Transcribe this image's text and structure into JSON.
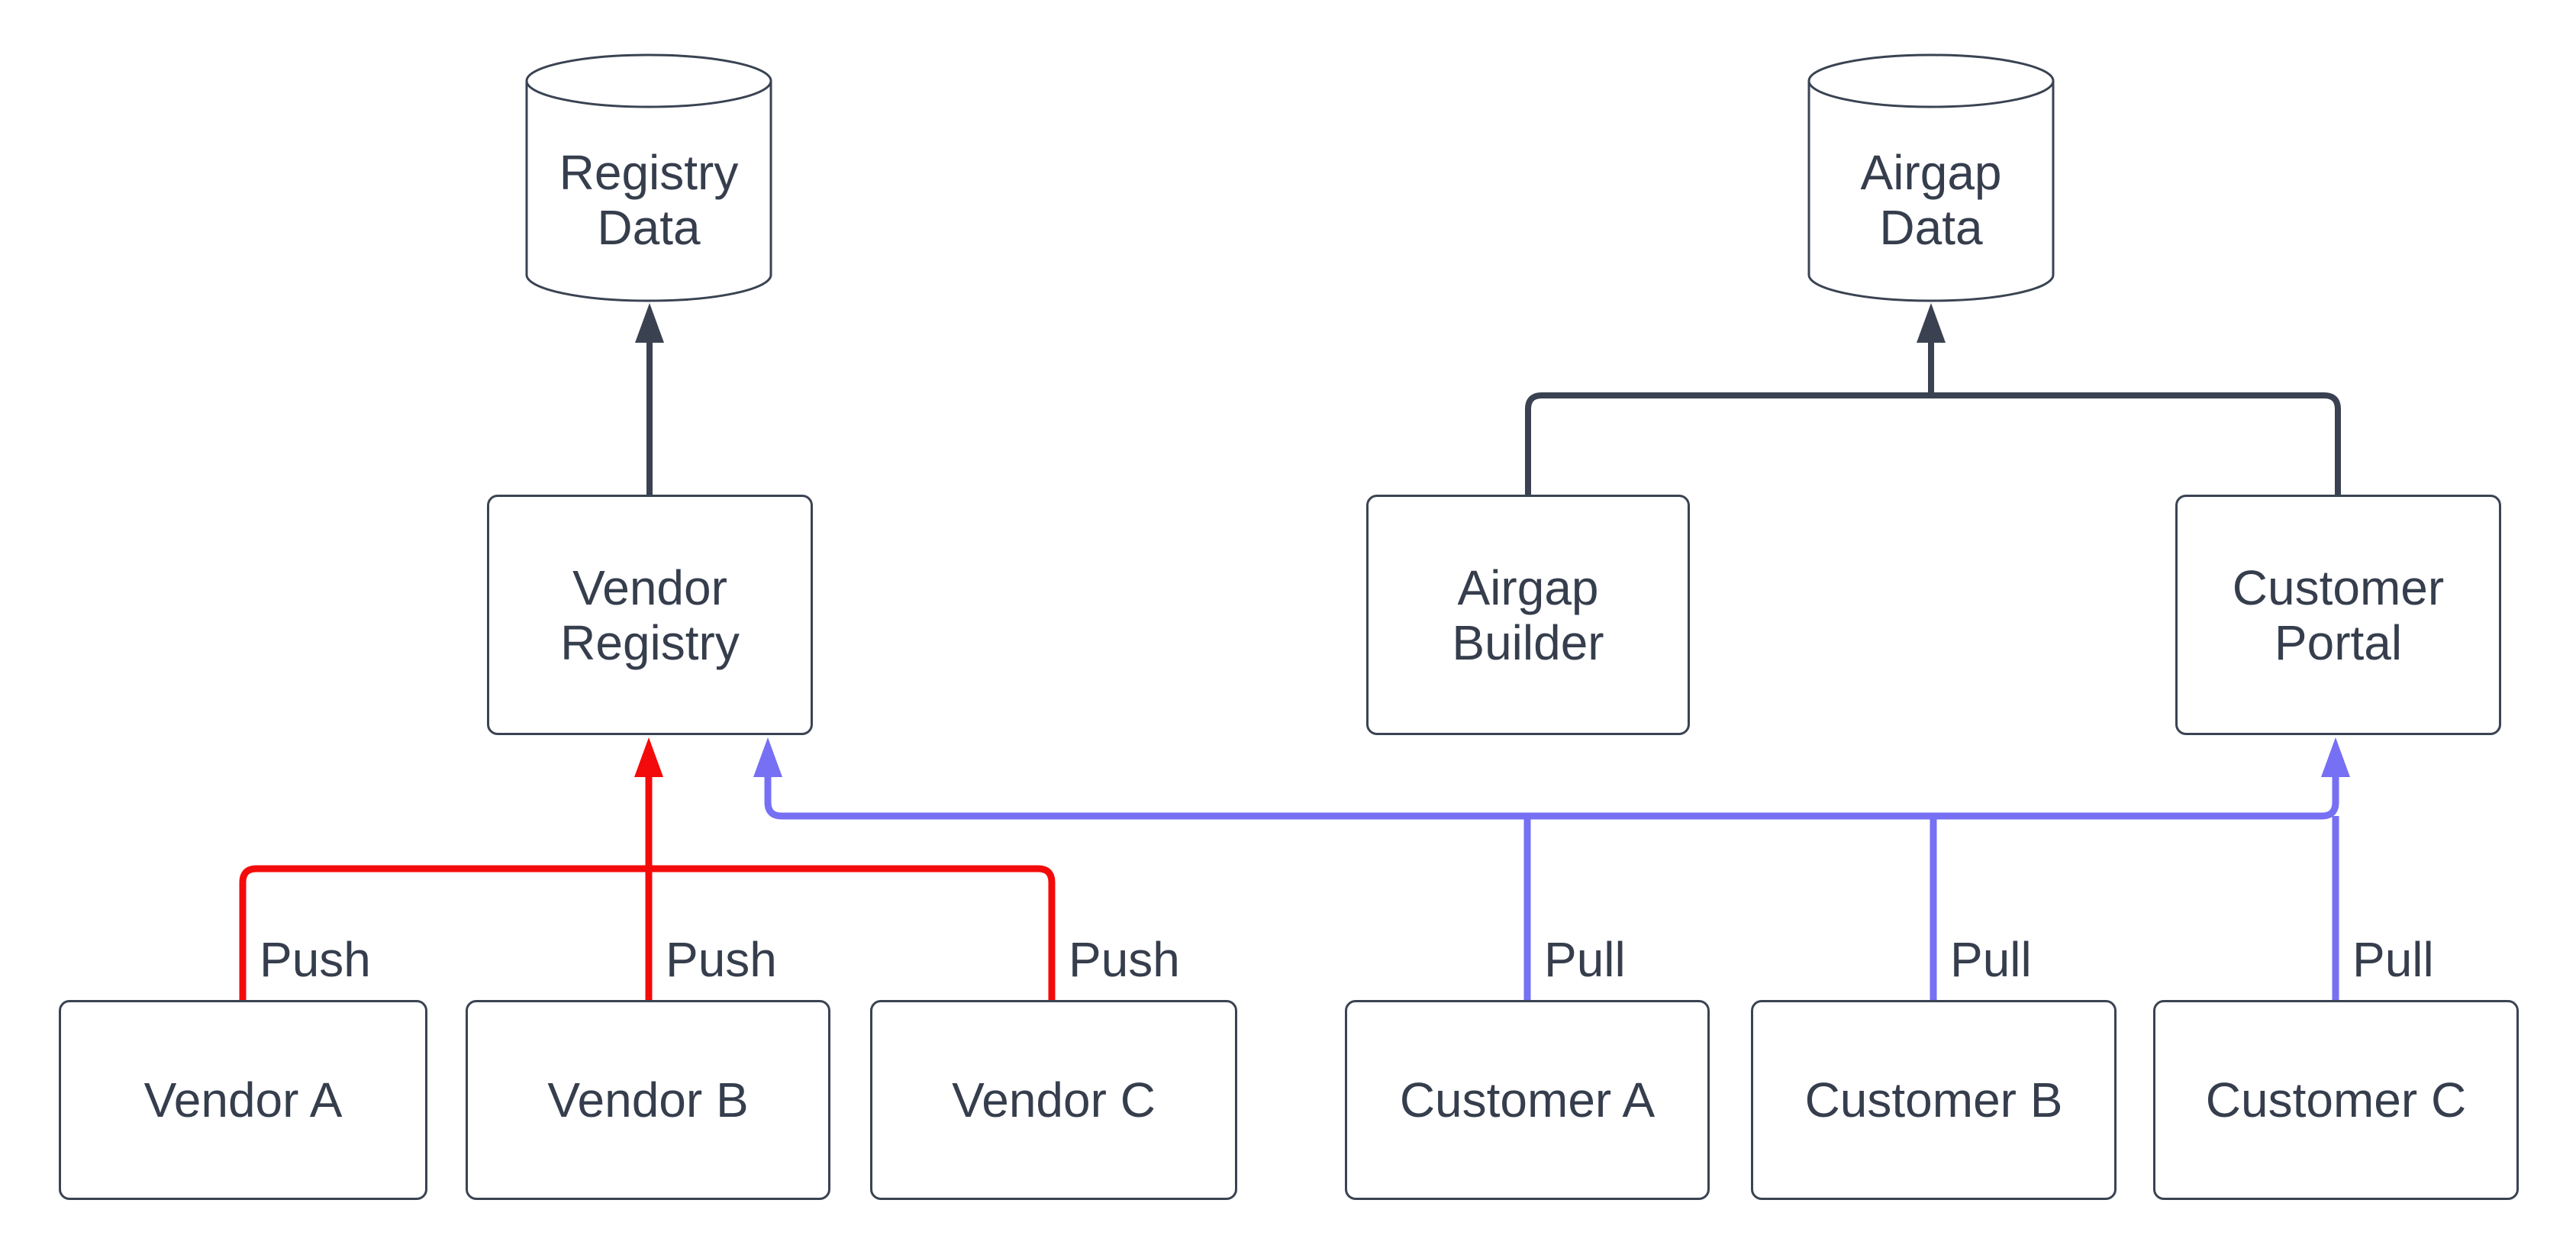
{
  "diagram": {
    "colors": {
      "background": "#ffffff",
      "node_border": "#3a4352",
      "text": "#363e4d",
      "store_edge": "#3a4252",
      "push_edge": "#f30b0b",
      "pull_edge": "#7670f4"
    },
    "nodes": {
      "registry_data": {
        "label": "Registry\nData",
        "type": "cylinder"
      },
      "airgap_data": {
        "label": "Airgap\nData",
        "type": "cylinder"
      },
      "vendor_registry": {
        "label": "Vendor\nRegistry",
        "type": "box"
      },
      "airgap_builder": {
        "label": "Airgap\nBuilder",
        "type": "box"
      },
      "customer_portal": {
        "label": "Customer\nPortal",
        "type": "box"
      },
      "vendor_a": {
        "label": "Vendor A",
        "type": "box"
      },
      "vendor_b": {
        "label": "Vendor B",
        "type": "box"
      },
      "vendor_c": {
        "label": "Vendor C",
        "type": "box"
      },
      "customer_a": {
        "label": "Customer A",
        "type": "box"
      },
      "customer_b": {
        "label": "Customer B",
        "type": "box"
      },
      "customer_c": {
        "label": "Customer C",
        "type": "box"
      }
    },
    "edge_labels": {
      "push_vendor_a": "Push",
      "push_vendor_b": "Push",
      "push_vendor_c": "Push",
      "pull_customer_a": "Pull",
      "pull_customer_b": "Pull",
      "pull_customer_c": "Pull"
    }
  }
}
